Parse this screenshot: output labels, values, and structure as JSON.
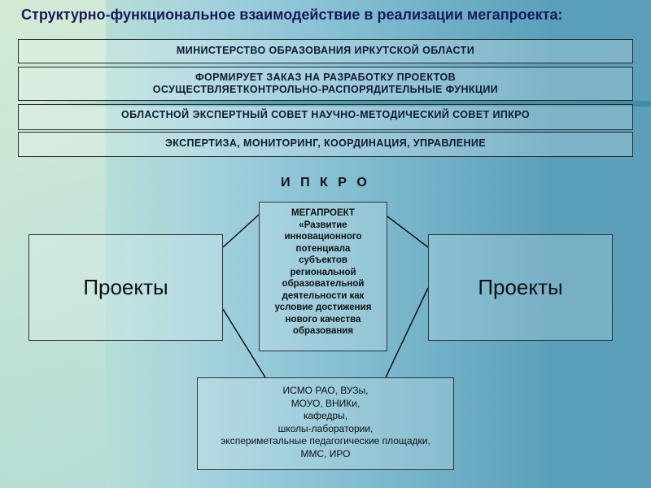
{
  "title": "Структурно-функциональное взаимодействие в реализации мегапроекта:",
  "bands": {
    "ministry": "МИНИСТЕРСТВО ОБРАЗОВАНИЯ ИРКУТСКОЙ ОБЛАСТИ",
    "functions_line1": "ФОРМИРУЕТ ЗАКАЗ НА РАЗРАБОТКУ ПРОЕКТОВ",
    "functions_line2": "ОСУЩЕСТВЛЯЕТКОНТРОЛЬНО-РАСПОРЯДИТЕЛЬНЫЕ ФУНКЦИИ",
    "councils": "ОБЛАСТНОЙ ЭКСПЕРТНЫЙ СОВЕТ НАУЧНО-МЕТОДИЧЕСКИЙ СОВЕТ ИПКРО",
    "activities": "ЭКСПЕРТИЗА, МОНИТОРИНГ, КООРДИНАЦИЯ, УПРАВЛЕНИЕ"
  },
  "ipkro": "И П К Р О",
  "left_box": "Проекты",
  "right_box": "Проекты",
  "center_box": {
    "lines": [
      "МЕГАПРОЕКТ",
      "«Развитие",
      "инновационного",
      "потенциала",
      "субъектов",
      "региональной",
      "образовательной",
      "деятельности как",
      "условие достижения",
      "нового качества",
      "образования"
    ]
  },
  "bottom_box": {
    "lines": [
      "ИСМО РАО, ВУЗы,",
      "МОУО, ВНИКи,",
      "кафедры,",
      "школы-лаборатории,",
      "экспериметальные педагогические площадки,",
      "ММС, ИРО"
    ]
  }
}
